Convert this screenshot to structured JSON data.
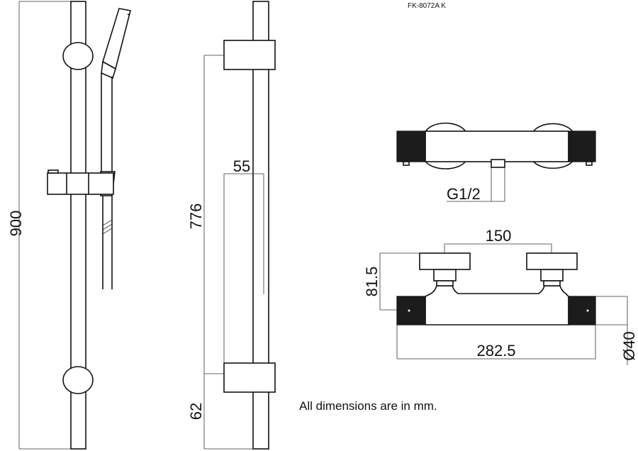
{
  "model_code": "FK-8072A K",
  "dimensions": {
    "total_height": "900",
    "bracket_spacing": "776",
    "projection": "55",
    "bottom_offset": "62",
    "outlet_thread": "G1/2",
    "handle_centers": "150",
    "depth": "81.5",
    "body_length": "282.5",
    "body_diameter": "Ø40"
  },
  "note": "All dimensions are in mm."
}
